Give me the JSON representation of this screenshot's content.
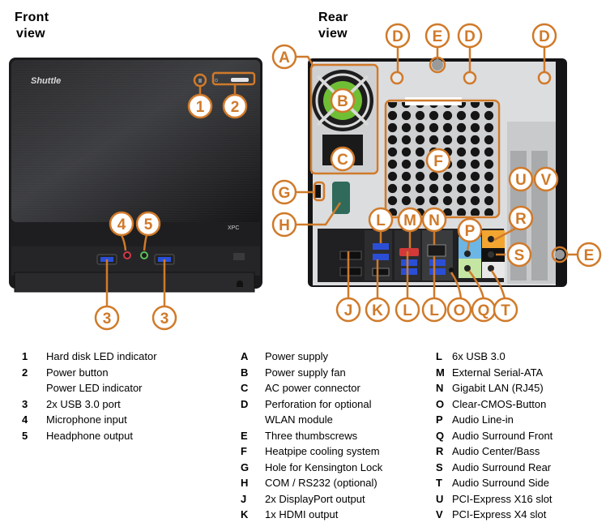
{
  "titles": {
    "front": [
      "Front",
      "view"
    ],
    "rear": [
      "Rear",
      "view"
    ]
  },
  "device_labels": {
    "brand": "Shuttle",
    "xpc": "XPC"
  },
  "accent_color": "#d07a2a",
  "front_callouts": [
    "1",
    "2",
    "3",
    "3",
    "4",
    "5"
  ],
  "rear_callouts": [
    "A",
    "B",
    "C",
    "D",
    "E",
    "D",
    "D",
    "F",
    "G",
    "H",
    "U",
    "V",
    "R",
    "S",
    "E",
    "L",
    "M",
    "N",
    "P",
    "J",
    "K",
    "L",
    "L",
    "O",
    "Q",
    "T"
  ],
  "legend_front": [
    {
      "key": "1",
      "text": "Hard disk LED indicator"
    },
    {
      "key": "2",
      "text": "Power button\nPower LED indicator"
    },
    {
      "key": "3",
      "text": "2x USB 3.0 port"
    },
    {
      "key": "4",
      "text": "Microphone input"
    },
    {
      "key": "5",
      "text": "Headphone output"
    }
  ],
  "legend_rear_1": [
    {
      "key": "A",
      "text": "Power supply"
    },
    {
      "key": "B",
      "text": "Power supply fan"
    },
    {
      "key": "C",
      "text": "AC power connector"
    },
    {
      "key": "D",
      "text": "Perforation for optional\nWLAN module"
    },
    {
      "key": "E",
      "text": "Three thumbscrews"
    },
    {
      "key": "F",
      "text": "Heatpipe cooling system"
    },
    {
      "key": "G",
      "text": "Hole for Kensington Lock"
    },
    {
      "key": "H",
      "text": "COM / RS232 (optional)"
    },
    {
      "key": "J",
      "text": "2x DisplayPort output"
    },
    {
      "key": "K",
      "text": "1x HDMI output"
    }
  ],
  "legend_rear_2": [
    {
      "key": "L",
      "text": "6x USB 3.0"
    },
    {
      "key": "M",
      "text": "External Serial-ATA"
    },
    {
      "key": "N",
      "text": "Gigabit LAN (RJ45)"
    },
    {
      "key": "O",
      "text": "Clear-CMOS-Button"
    },
    {
      "key": "P",
      "text": "Audio Line-in"
    },
    {
      "key": "Q",
      "text": "Audio Surround Front"
    },
    {
      "key": "R",
      "text": "Audio Center/Bass"
    },
    {
      "key": "S",
      "text": "Audio Surround Rear"
    },
    {
      "key": "T",
      "text": "Audio Surround Side"
    },
    {
      "key": "U",
      "text": "PCI-Express X16 slot"
    },
    {
      "key": "V",
      "text": "PCI-Express X4 slot"
    }
  ]
}
